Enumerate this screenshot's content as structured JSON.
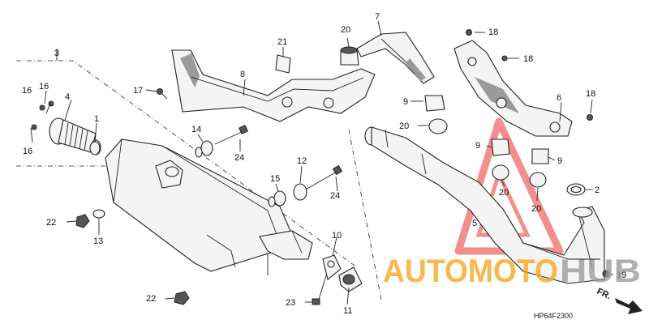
{
  "diagram": {
    "code": "HP64F2300",
    "direction": "FR.",
    "callouts": [
      {
        "id": "c3",
        "text": "3"
      },
      {
        "id": "c4",
        "text": "4"
      },
      {
        "id": "c16a",
        "text": "16"
      },
      {
        "id": "c16b",
        "text": "16"
      },
      {
        "id": "c16c",
        "text": "16"
      },
      {
        "id": "c1",
        "text": "1"
      },
      {
        "id": "c17",
        "text": "17"
      },
      {
        "id": "c8",
        "text": "8"
      },
      {
        "id": "c21",
        "text": "21"
      },
      {
        "id": "c20a",
        "text": "20"
      },
      {
        "id": "c7",
        "text": "7"
      },
      {
        "id": "c18a",
        "text": "18"
      },
      {
        "id": "c18b",
        "text": "18"
      },
      {
        "id": "c18c",
        "text": "18"
      },
      {
        "id": "c6",
        "text": "6"
      },
      {
        "id": "c9a",
        "text": "9"
      },
      {
        "id": "c20b",
        "text": "20"
      },
      {
        "id": "c14",
        "text": "14"
      },
      {
        "id": "c24a",
        "text": "24"
      },
      {
        "id": "c12",
        "text": "12"
      },
      {
        "id": "c15",
        "text": "15"
      },
      {
        "id": "c24b",
        "text": "24"
      },
      {
        "id": "c9b",
        "text": "9"
      },
      {
        "id": "c9c",
        "text": "9"
      },
      {
        "id": "c20c",
        "text": "20"
      },
      {
        "id": "c20d",
        "text": "20"
      },
      {
        "id": "c2",
        "text": "2"
      },
      {
        "id": "c5",
        "text": "5"
      },
      {
        "id": "c19",
        "text": "19"
      },
      {
        "id": "c22a",
        "text": "22"
      },
      {
        "id": "c13",
        "text": "13"
      },
      {
        "id": "c10",
        "text": "10"
      },
      {
        "id": "c22b",
        "text": "22"
      },
      {
        "id": "c23",
        "text": "23"
      },
      {
        "id": "c11",
        "text": "11"
      }
    ]
  },
  "watermark": {
    "part1": "AUTOMOTO",
    "part2": "HUB",
    "color1": "#f5a623",
    "color2": "#9b9b9b",
    "triangle_color": "#e8322f"
  }
}
